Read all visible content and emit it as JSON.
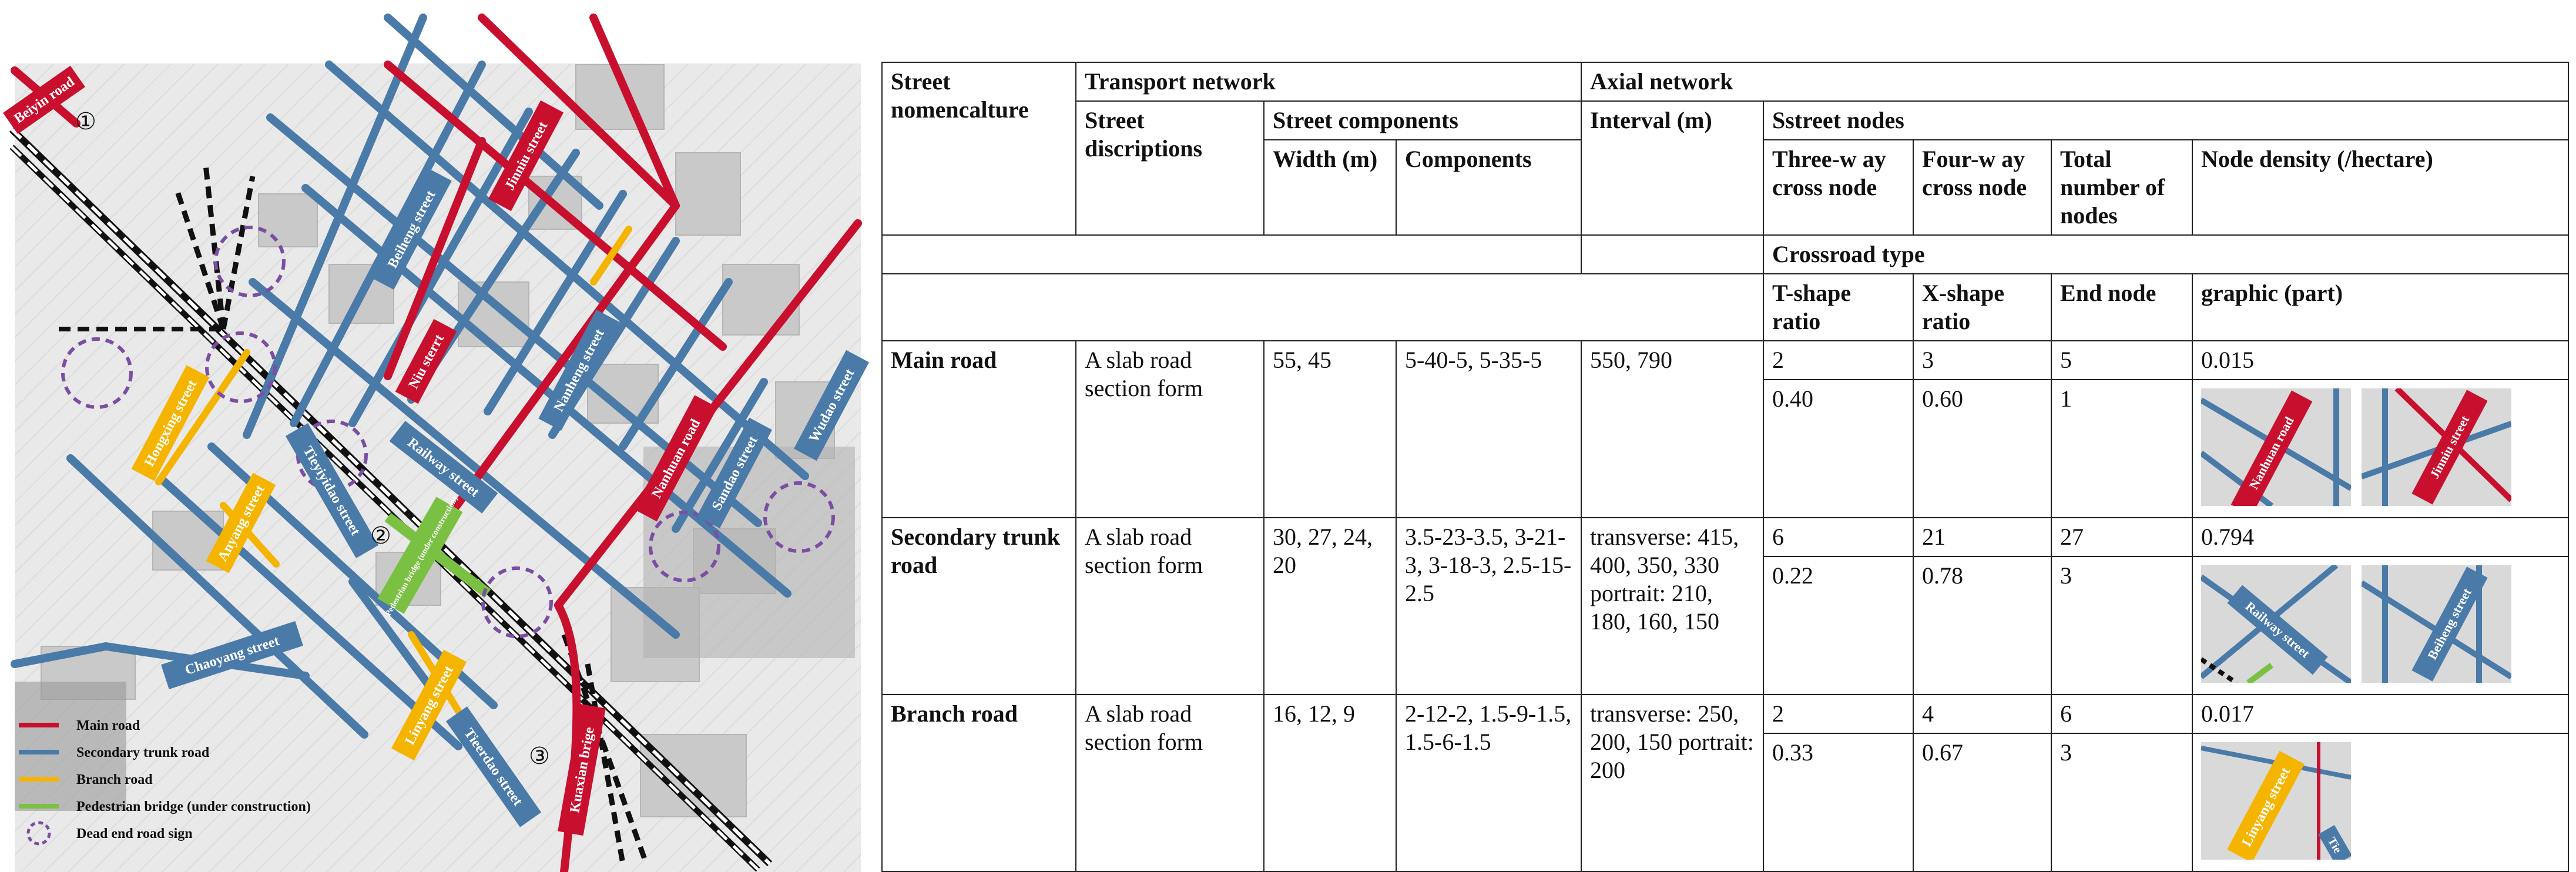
{
  "map": {
    "labels": {
      "beiyin": "Beiyin road",
      "jinniu": "Jinniu street",
      "beiheng": "Beiheng street",
      "niu": "Niu sterrt",
      "nanheng": "Nanheng street",
      "wudao": "Wudao street",
      "hongxing": "Hongxing street",
      "railway": "Railway street",
      "nanhuan": "Nanhuan road",
      "sandao": "Sandao street",
      "anyang": "Anyang street",
      "tieyi": "Tieyiyidao street",
      "pedbridge": "Pedestrian bridge (under construction)",
      "chaoyang": "Chaoyang street",
      "linyang": "Linyang street",
      "tieer": "Tieerdao street",
      "kuaxian": "Kuaxian brige"
    },
    "markers": [
      "①",
      "②",
      "③"
    ],
    "legend": [
      {
        "label": "Main road",
        "color": "#c8102e",
        "kind": "line"
      },
      {
        "label": "Secondary trunk road",
        "color": "#4a7aa8",
        "kind": "line"
      },
      {
        "label": "Branch road",
        "color": "#f5b400",
        "kind": "line"
      },
      {
        "label": "Pedestrian bridge (under construction)",
        "color": "#7ac143",
        "kind": "line"
      },
      {
        "label": "Dead end road sign",
        "color": "#7b4ea3",
        "kind": "circle"
      }
    ],
    "colors": {
      "main": "#c8102e",
      "secondary": "#4a7aa8",
      "branch": "#f5b400",
      "pedestrian": "#7ac143",
      "deadend": "#7b4ea3"
    }
  },
  "table": {
    "h": {
      "nomenclature": "Street nomencalture",
      "transport": "Transport network",
      "axial": "Axial network",
      "descriptions": "Street discriptions",
      "components_group": "Street components",
      "width": "Width (m)",
      "components": "Components",
      "interval": "Interval (m)",
      "nodes": "Sstreet nodes",
      "three_way": "Three-w ay cross node",
      "four_way": "Four-w ay cross node",
      "total": "Total number of nodes",
      "density": "Node density (/hectare)",
      "crossroad": "Crossroad type",
      "t_shape": "T-shape ratio",
      "x_shape": "X-shape ratio",
      "end_node": "End node",
      "graphic": "graphic (part)"
    },
    "rows": {
      "main": {
        "name": "Main road",
        "desc": "A slab road section form",
        "width": "55, 45",
        "comp": "5-40-5, 5-35-5",
        "interval": "550, 790",
        "three": "2",
        "four": "3",
        "total": "5",
        "density": "0.015",
        "t": "0.40",
        "x": "0.60",
        "end": "1"
      },
      "sec": {
        "name": "Secondary trunk road",
        "desc": "A slab road section form",
        "width": "30, 27, 24, 20",
        "comp": "3.5-23-3.5, 3-21-3, 3-18-3, 2.5-15-2.5",
        "interval": "transverse: 415, 400, 350, 330 portrait: 210, 180, 160, 150",
        "three": "6",
        "four": "21",
        "total": "27",
        "density": "0.794",
        "t": "0.22",
        "x": "0.78",
        "end": "3"
      },
      "branch": {
        "name": "Branch road",
        "desc": "A slab road section form",
        "width": "16, 12, 9",
        "comp": "2-12-2, 1.5-9-1.5, 1.5-6-1.5",
        "interval": "transverse: 250, 200, 150 portrait: 200",
        "three": "2",
        "four": "4",
        "total": "6",
        "density": "0.017",
        "t": "0.33",
        "x": "0.67",
        "end": "3"
      }
    },
    "thumbs": {
      "t1": "Nanhuan road",
      "t2": "Jinniu street",
      "t3": "Railway street",
      "t4": "Beiheng street",
      "t5": "Linyang street",
      "t5b": "Tie"
    }
  }
}
